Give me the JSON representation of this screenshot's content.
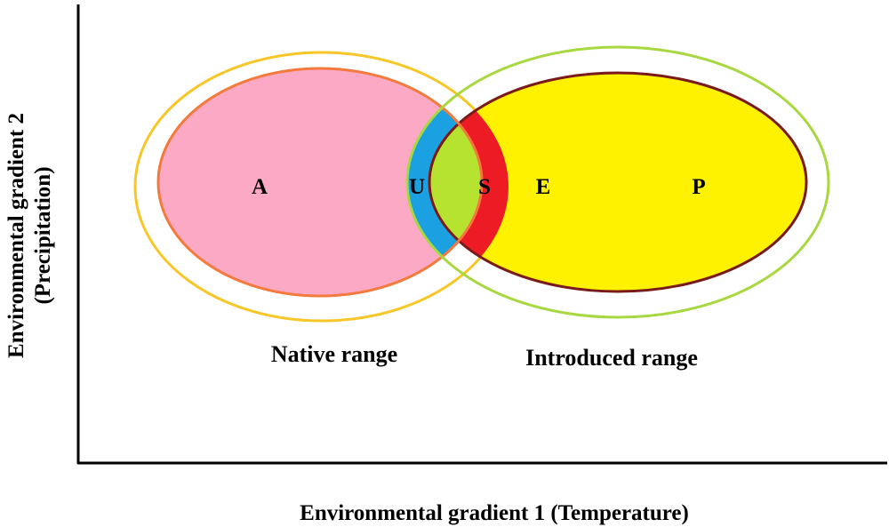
{
  "axes": {
    "x_label": "Environmental gradient 1 (Temperature)",
    "y_label_line1": "Environmental gradient 2",
    "y_label_line2": "(Precipitation)"
  },
  "ranges": {
    "native": {
      "label": "Native range"
    },
    "introduced": {
      "label": "Introduced range"
    }
  },
  "regions": {
    "abandonment": "A",
    "unfilling": "U",
    "stability": "S",
    "expansion": "E",
    "pioneering": "P"
  },
  "colors": {
    "native_outline": "#F8C626",
    "introduced_outline": "#A7D840",
    "native_niche_fill": "#FCA9C6",
    "native_niche_stroke": "#F37A3C",
    "introduced_niche_fill": "#FFF200",
    "introduced_niche_stroke": "#7A1A1A",
    "unfilling": "#1BA1E2",
    "stability": "#B5E330",
    "expansion": "#ED1C24"
  }
}
